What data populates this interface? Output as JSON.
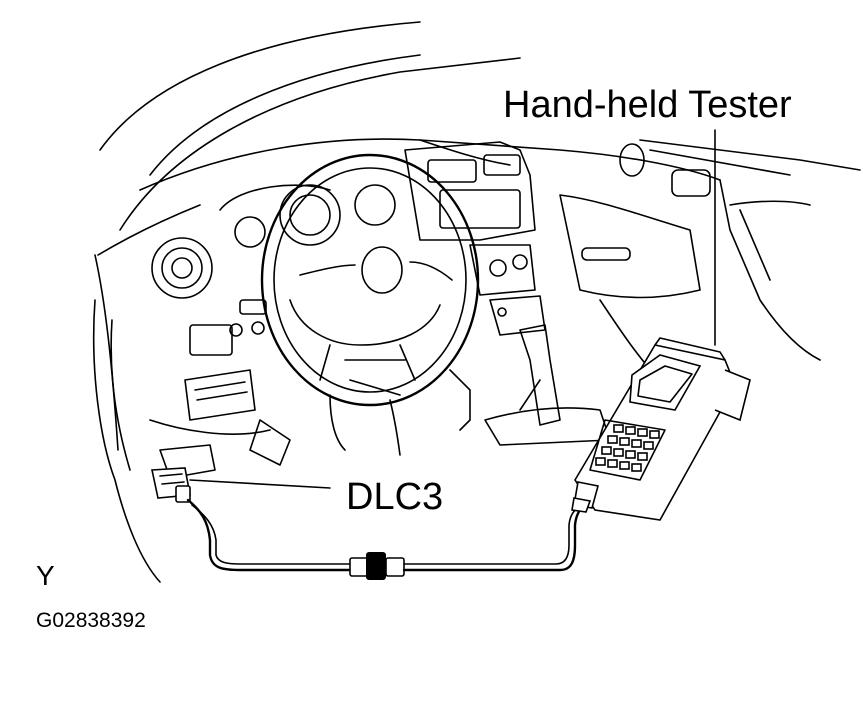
{
  "labels": {
    "tester": "Hand-held Tester",
    "dlc3": "DLC3",
    "view_code": "Y",
    "figure_id": "G02838392"
  },
  "colors": {
    "ink": "#000000",
    "background": "#ffffff"
  }
}
